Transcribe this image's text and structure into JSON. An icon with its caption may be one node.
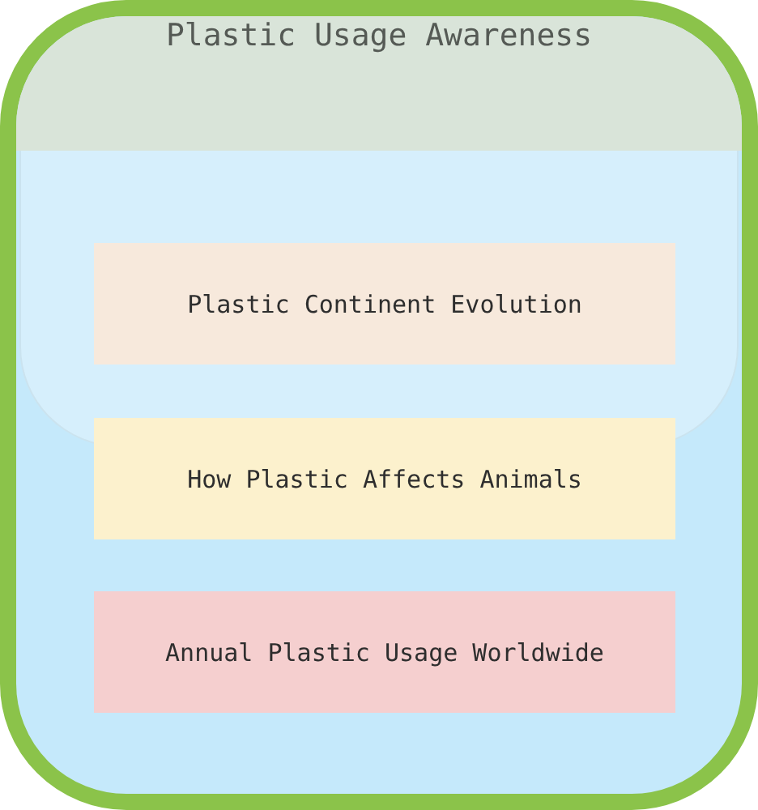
{
  "diagram": {
    "nodes": [
      {
        "text": [
          "Plastic Usage Awareness"
        ]
      },
      {
        "text": [
          "Plastic Continent Evolution"
        ],
        "in": 0
      },
      {
        "text": [
          "How Plastic Affects Animals"
        ],
        "in": 0
      },
      {
        "text": [
          "Annual Plastic Usage Worldwide"
        ],
        "in": 0
      }
    ]
  }
}
